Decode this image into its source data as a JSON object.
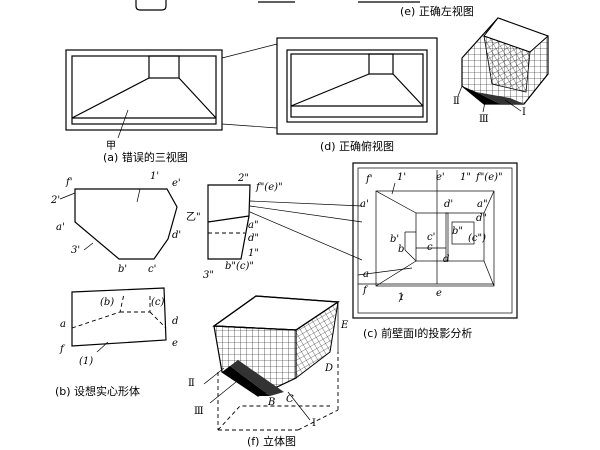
{
  "captions": {
    "a": "(a) 错误的三视图",
    "b": "(b) 设想实心形体",
    "c": "(c) 前壁面Ⅰ的投影分析",
    "d": "(d) 正确俯视图",
    "e": "(e) 正确左视图",
    "f": "(f) 立体图"
  },
  "labels": {
    "jia": "甲",
    "yi": "乙\"",
    "f1": "f'",
    "l1": "1'",
    "e1": "e'",
    "n2": "2'",
    "a1": "a'",
    "d1": "d'",
    "n3": "3'",
    "b1": "b'",
    "c1": "c'",
    "f2": "2\"",
    "fe": "f\"(e)\"",
    "a2": "a\"",
    "d2": "d\"",
    "one2": "1\"",
    "three2": "3\"",
    "bc2": "b\"(c)\"",
    "b_par": "(b)",
    "c_par": "(c)",
    "a": "a",
    "d": "d",
    "f": "f",
    "e": "e",
    "one_par": "(1)",
    "c_f1": "f'",
    "c_11": "1'",
    "c_e1": "e'",
    "c_1pp": "1\"",
    "c_fe": "f\"(e)\"",
    "c_a1": "a'",
    "c_d1": "d'",
    "c_a2": "a\"",
    "c_d2": "d\"",
    "c_b1": "b'",
    "c_b": "b",
    "c_c1": "c'",
    "c_c": "c",
    "c_b2": "b\"",
    "c_c2": "(c\")",
    "c_dd": "d",
    "c_a": "a",
    "c_f": "f",
    "c_e": "e",
    "c_1": "1",
    "E": "E",
    "D": "D",
    "B": "B",
    "C": "C",
    "I": "Ⅰ",
    "II": "Ⅱ",
    "III": "Ⅲ"
  }
}
